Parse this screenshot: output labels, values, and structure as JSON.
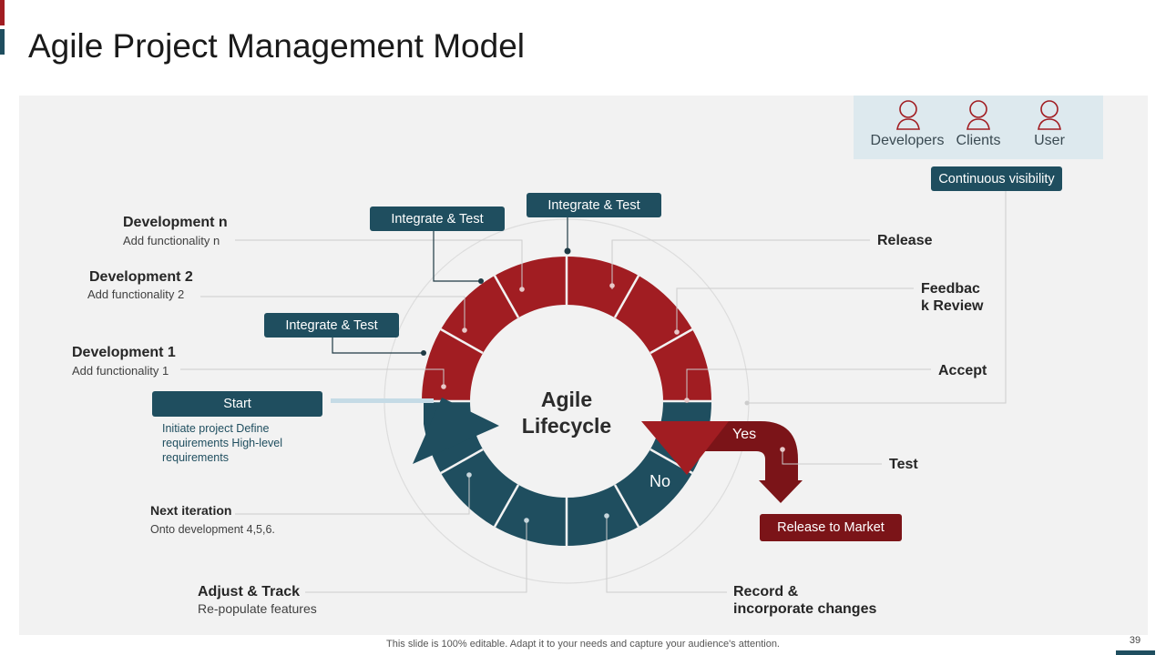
{
  "title": "Agile Project Management Model",
  "stakeholders": [
    {
      "label": "Developers",
      "icon": "person-icon"
    },
    {
      "label": "Clients",
      "icon": "person-icon"
    },
    {
      "label": "User",
      "icon": "person-icon"
    }
  ],
  "visibility_label": "Continuous visibility",
  "center": {
    "line1": "Agile",
    "line2": "Lifecycle"
  },
  "integrate_labels": [
    "Integrate & Test",
    "Integrate & Test",
    "Integrate & Test"
  ],
  "start": {
    "label": "Start",
    "desc": "Initiate project Define requirements High-level requirements"
  },
  "left_steps": [
    {
      "title": "Development n",
      "sub": "Add functionality n"
    },
    {
      "title": "Development 2",
      "sub": "Add functionality 2"
    },
    {
      "title": "Development 1",
      "sub": "Add functionality 1"
    }
  ],
  "next_iteration": {
    "title": "Next iteration",
    "sub": "Onto development  4,5,6."
  },
  "adjust": {
    "title": "Adjust & Track",
    "sub": "Re-populate features"
  },
  "record": {
    "line1": "Record &",
    "line2": "incorporate changes"
  },
  "right_steps": {
    "release": "Release",
    "feedback_1": "Feedbac",
    "feedback_2": "k Review",
    "accept": "Accept",
    "test": "Test"
  },
  "decision": {
    "yes": "Yes",
    "no": "No"
  },
  "release_market": "Release to Market",
  "footer": "This slide is 100% editable. Adapt it to your needs and capture your audience's attention.",
  "page_number": "39",
  "colors": {
    "red": "#a11d22",
    "dark_red": "#7b1418",
    "teal": "#1f4e5f",
    "panel": "#f2f2f2"
  }
}
